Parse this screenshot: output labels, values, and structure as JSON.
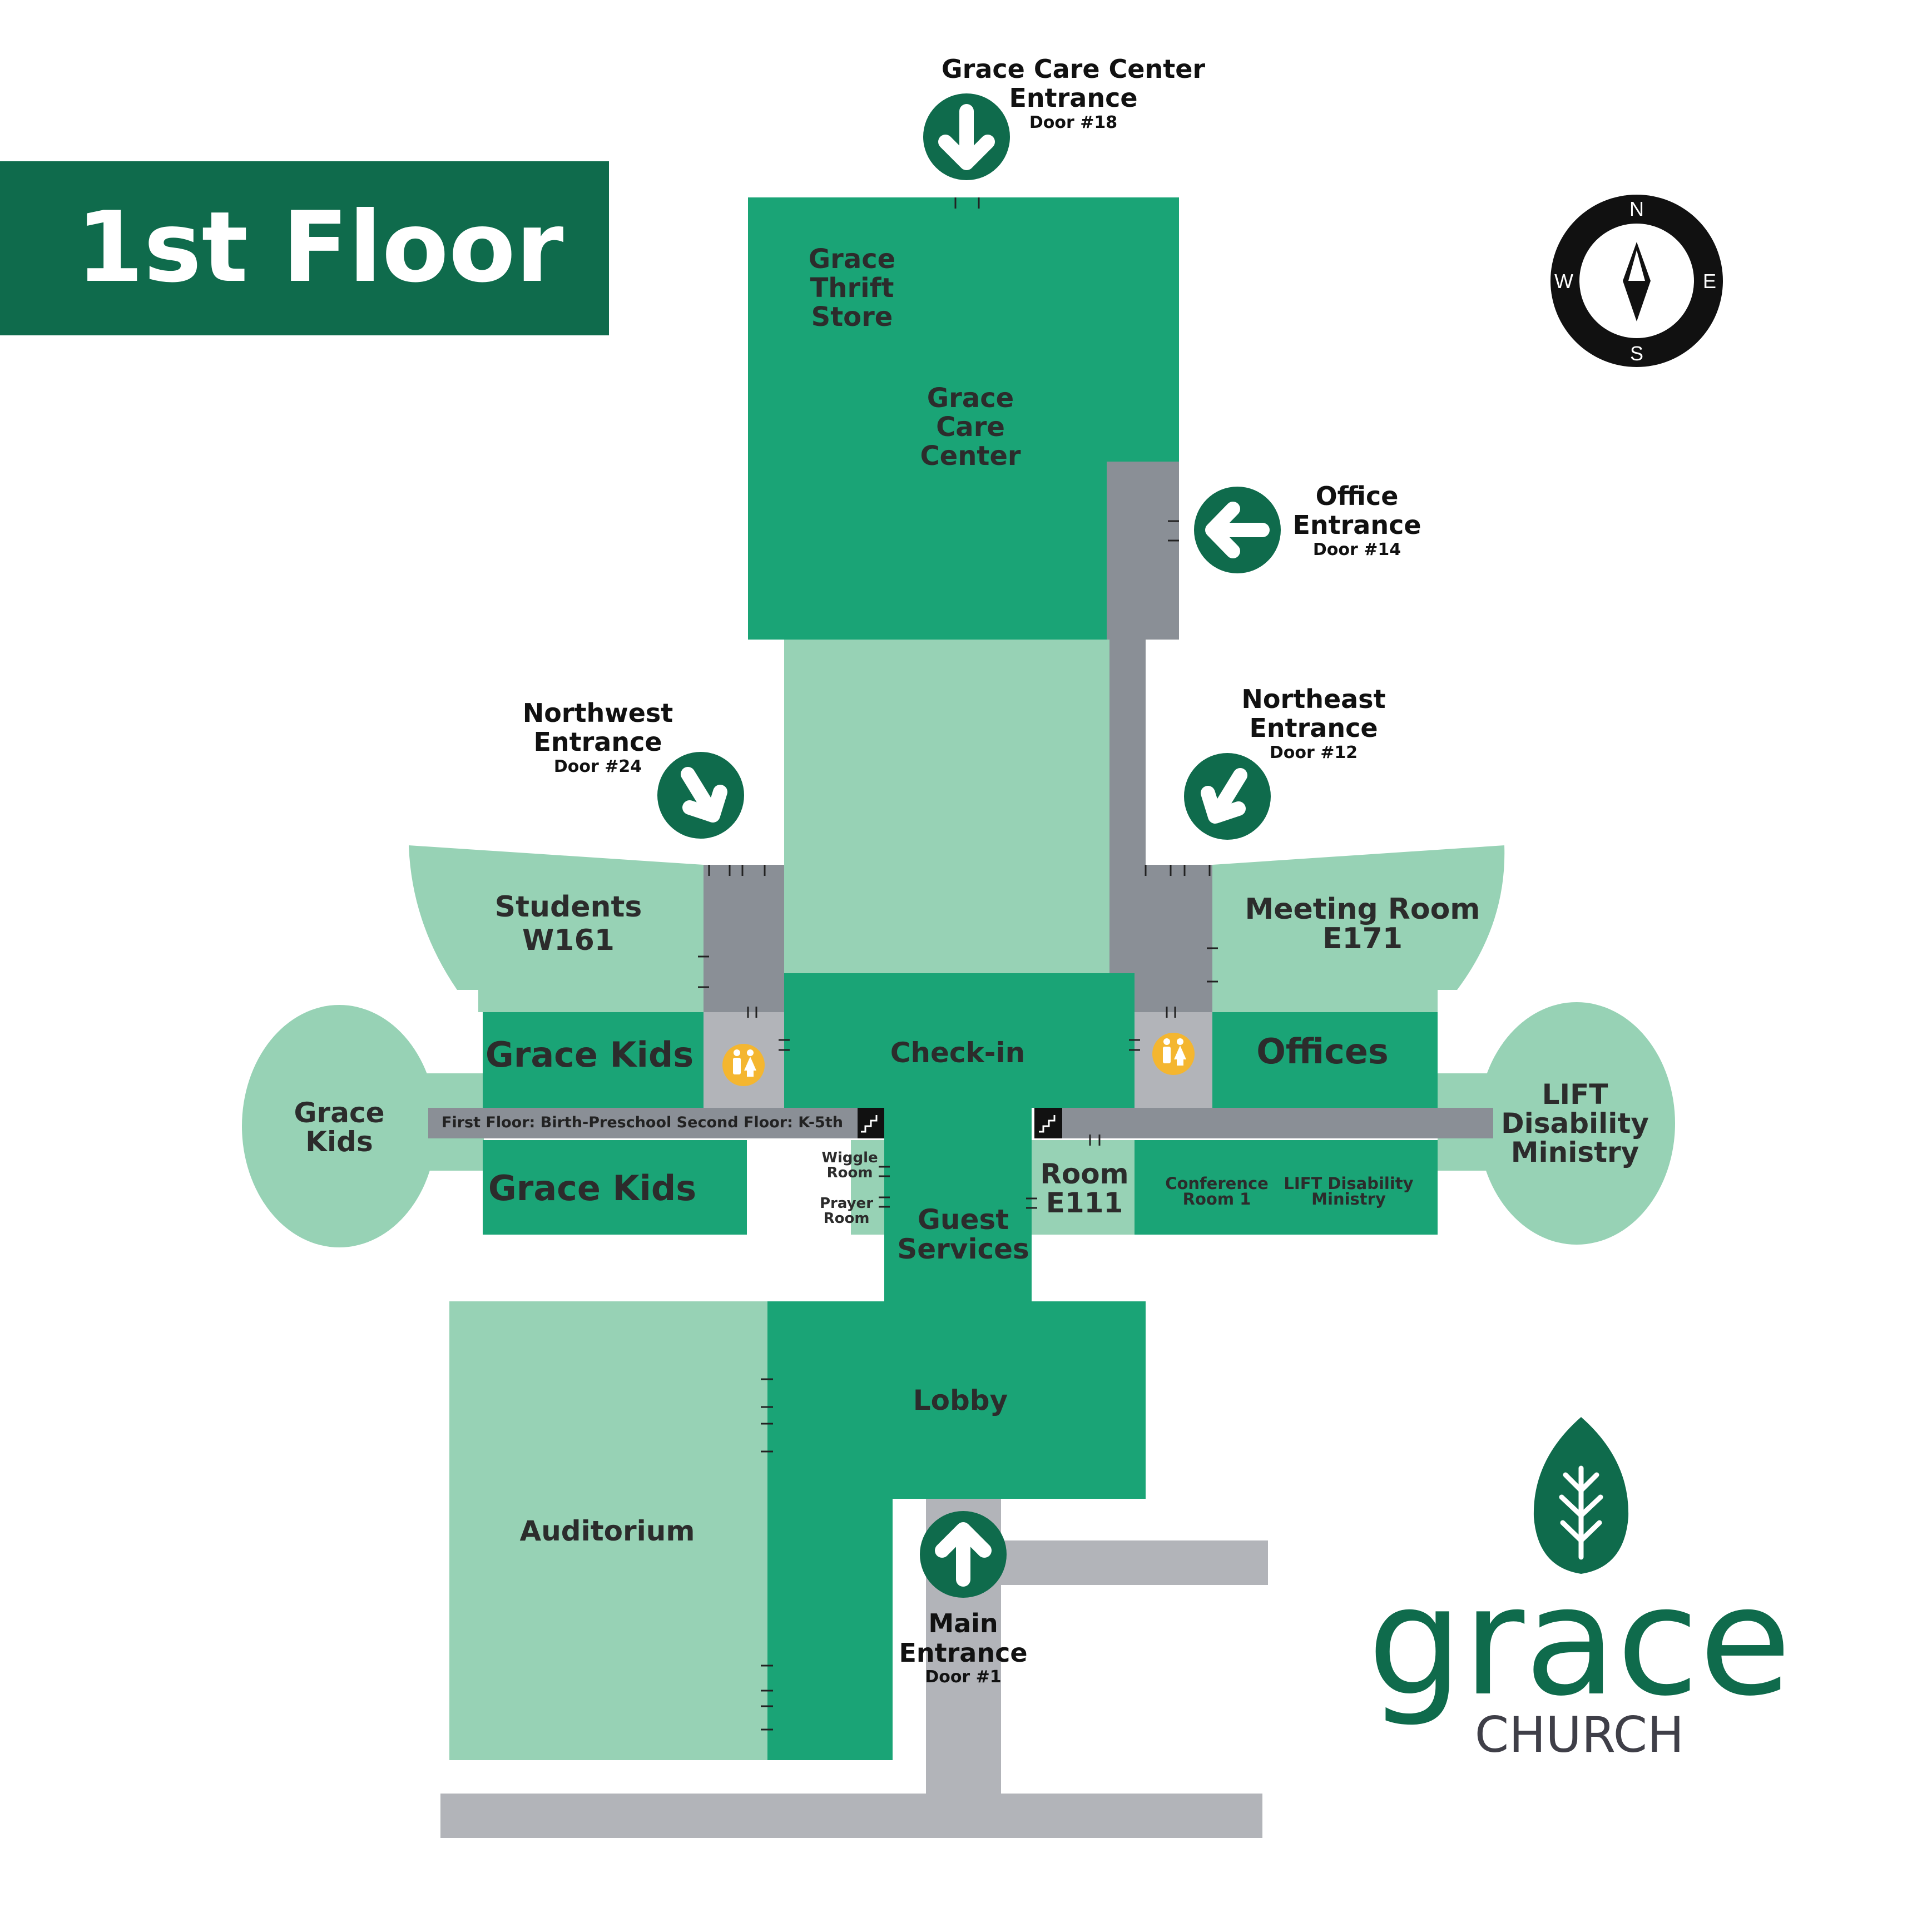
{
  "floor_title": "1st Floor",
  "colors": {
    "dark_green": "#0f6b4c",
    "green": "#1aa476",
    "light_green": "#97d2b5",
    "gray": "#8a8f96",
    "light_gray": "#b2b4b9",
    "restroom_yellow": "#f4b630",
    "text_dark": "#2c2c2c",
    "logo_gray": "#3f3f48"
  },
  "compass": {
    "n": "N",
    "e": "E",
    "s": "S",
    "w": "W"
  },
  "entrances": {
    "care_center": {
      "title1": "Grace Care Center",
      "title2": "Entrance",
      "door": "Door #18",
      "arrow": "arrow-down-icon"
    },
    "office": {
      "title1": "Office",
      "title2": "Entrance",
      "door": "Door #14",
      "arrow": "arrow-left-icon"
    },
    "northwest": {
      "title1": "Northwest",
      "title2": "Entrance",
      "door": "Door #24",
      "arrow": "arrow-down-right-icon"
    },
    "northeast": {
      "title1": "Northeast",
      "title2": "Entrance",
      "door": "Door #12",
      "arrow": "arrow-down-left-icon"
    },
    "main": {
      "title1": "Main",
      "title2": "Entrance",
      "door": "Door #1",
      "arrow": "arrow-up-icon"
    }
  },
  "rooms": {
    "thrift_store": [
      "Grace",
      "Thrift",
      "Store"
    ],
    "care_center": [
      "Grace",
      "Care",
      "Center"
    ],
    "students": [
      "Students",
      "W161"
    ],
    "meeting_room": [
      "Meeting Room",
      "E171"
    ],
    "grace_kids_upper": "Grace Kids",
    "grace_kids_lower": "Grace Kids",
    "grace_kids_wing": [
      "Grace",
      "Kids"
    ],
    "check_in": "Check-in",
    "offices": "Offices",
    "lift_wing": [
      "LIFT",
      "Disability",
      "Ministry"
    ],
    "hallway_note": "First Floor: Birth-Preschool  Second Floor: K-5th",
    "wiggle_room": [
      "Wiggle",
      "Room"
    ],
    "prayer_room": [
      "Prayer",
      "Room"
    ],
    "room_e111": [
      "Room",
      "E111"
    ],
    "conference_room": [
      "Conference",
      "Room 1"
    ],
    "lift_room": [
      "LIFT Disability",
      "Ministry"
    ],
    "guest_services": [
      "Guest",
      "Services"
    ],
    "lobby": "Lobby",
    "auditorium": "Auditorium"
  },
  "logo": {
    "word": "grace",
    "sub": "CHURCH",
    "icon": "leaf-icon"
  }
}
